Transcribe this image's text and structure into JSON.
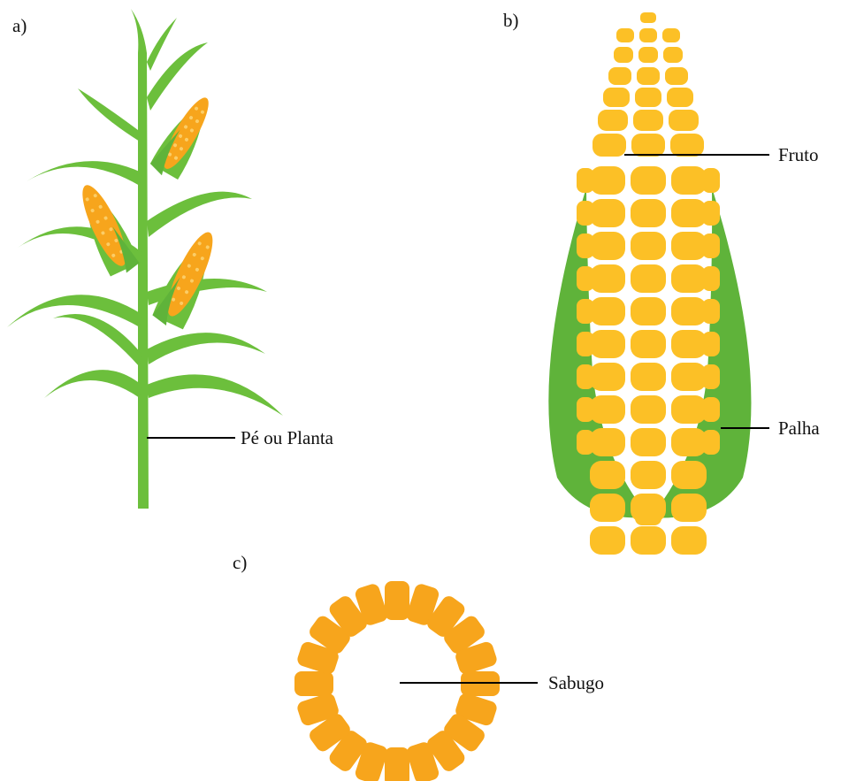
{
  "panels": {
    "a": {
      "letter": "a)",
      "label": "Pé ou Planta"
    },
    "b": {
      "letter": "b)",
      "label_fruit": "Fruto",
      "label_husk": "Palha"
    },
    "c": {
      "letter": "c)",
      "label": "Sabugo"
    }
  },
  "colors": {
    "leaf": "#6cbf3c",
    "husk": "#5fb33a",
    "kernel_yellow": "#fcc026",
    "kernel_orange": "#f7a51c",
    "line": "#000000"
  },
  "icons": [
    "corn-plant-icon",
    "corn-ear-icon",
    "corn-cross-section-icon"
  ]
}
